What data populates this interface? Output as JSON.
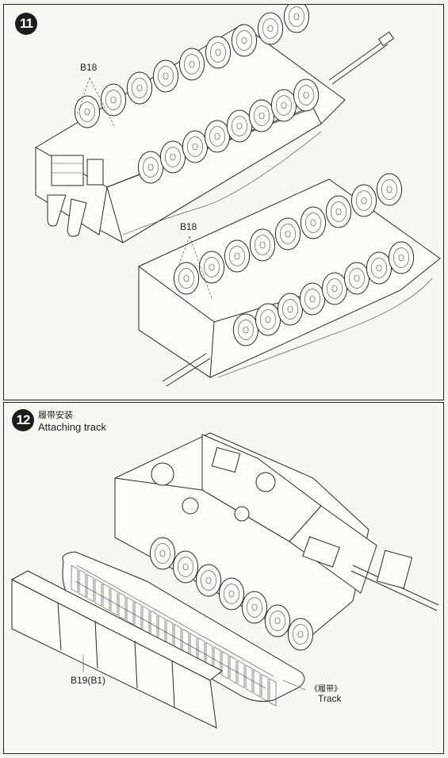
{
  "steps": [
    {
      "number": "11",
      "callouts": [
        {
          "label": "B18"
        },
        {
          "label": "B18"
        }
      ]
    },
    {
      "number": "12",
      "title_cn": "履带安装",
      "title_en": "Attaching track",
      "callouts": [
        {
          "label": "B19(B1)"
        },
        {
          "label": "《履带》"
        },
        {
          "label": "Track"
        }
      ]
    }
  ]
}
